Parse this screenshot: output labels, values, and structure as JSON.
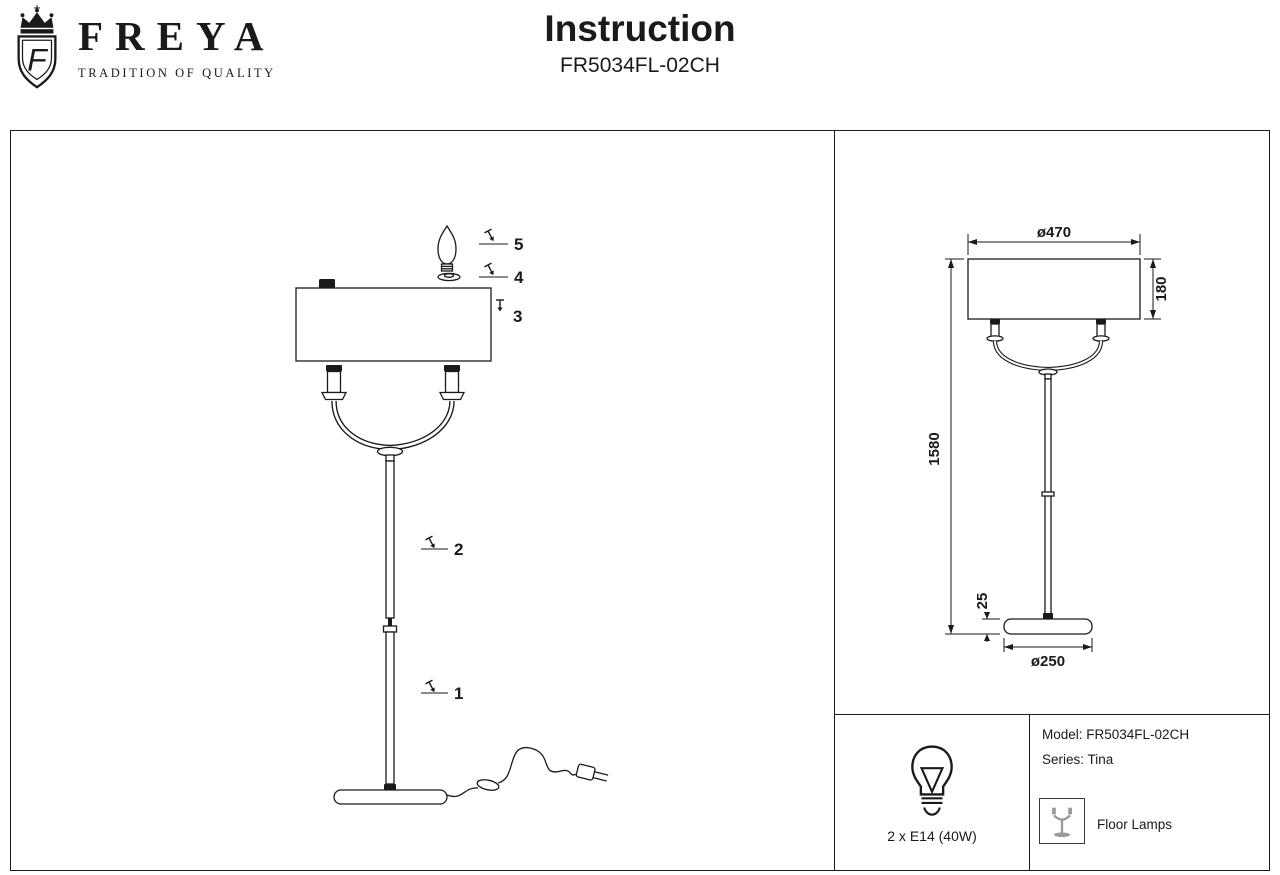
{
  "logo": {
    "monogram": "F",
    "brand": "FREYA",
    "tagline": "TRADITION OF QUALITY"
  },
  "header": {
    "title": "Instruction",
    "model": "FR5034FL-02CH"
  },
  "exploded_view": {
    "part_labels": [
      "1",
      "2",
      "3",
      "4",
      "5"
    ]
  },
  "dimension_view": {
    "shade_diameter": "ø470",
    "shade_height": "180",
    "total_height": "1580",
    "base_thickness": "25",
    "base_diameter": "ø250"
  },
  "specs": {
    "bulb": "2 x E14 (40W)",
    "model_label": "Model: FR5034FL-02CH",
    "series_label": "Series: Tina",
    "category": "Floor Lamps"
  }
}
